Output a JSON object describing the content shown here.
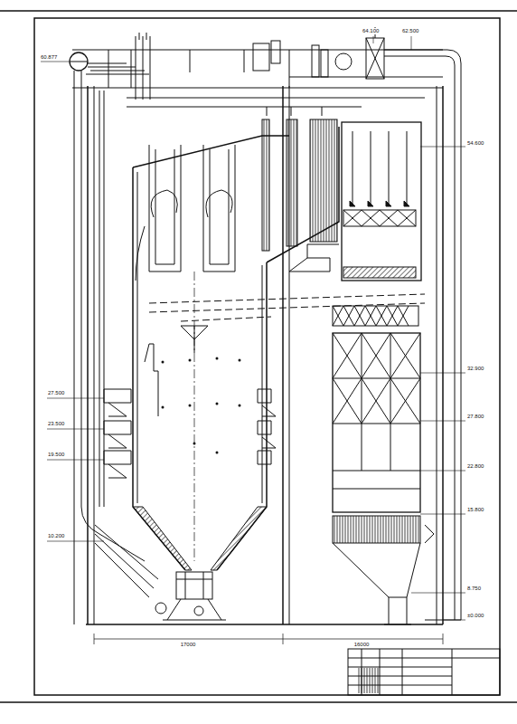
{
  "diagram": {
    "labels": [
      "60.877",
      "64.100",
      "62.500",
      "54.600",
      "27.500",
      "23.500",
      "19.500",
      "10.200",
      "32.900",
      "27.800",
      "22.800",
      "15.800",
      "8.750",
      "±0.000",
      "17000",
      "16000"
    ]
  }
}
